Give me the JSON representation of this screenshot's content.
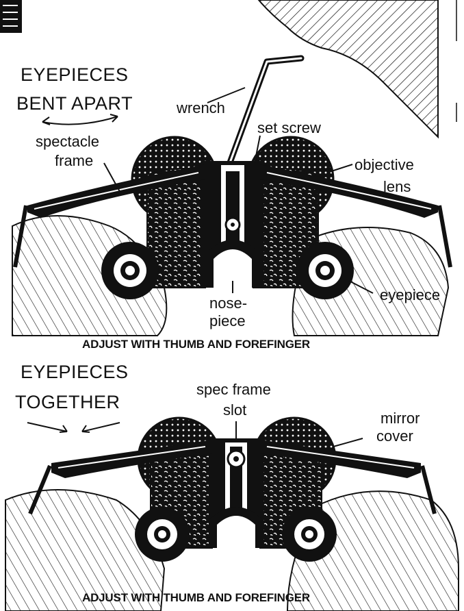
{
  "top_panel": {
    "heading_line1": "EYEPIECES",
    "heading_line2": "BENT APART",
    "labels": {
      "spectacle_frame_1": "spectacle",
      "spectacle_frame_2": "frame",
      "wrench": "wrench",
      "set_screw": "set screw",
      "objective_lens_1": "objective",
      "objective_lens_2": "lens",
      "nosepiece_1": "nose-",
      "nosepiece_2": "piece",
      "eyepiece": "eyepiece"
    },
    "caption": "ADJUST WITH THUMB AND FOREFINGER"
  },
  "bottom_panel": {
    "heading_line1": "EYEPIECES",
    "heading_line2": "TOGETHER",
    "labels": {
      "spec_frame_slot_1": "spec frame",
      "spec_frame_slot_2": "slot",
      "mirror_cover_1": "mirror",
      "mirror_cover_2": "cover"
    },
    "caption": "ADJUST WITH THUMB AND FOREFINGER"
  },
  "corner_badge": "",
  "colors": {
    "ink": "#111111",
    "paper": "#ffffff"
  }
}
